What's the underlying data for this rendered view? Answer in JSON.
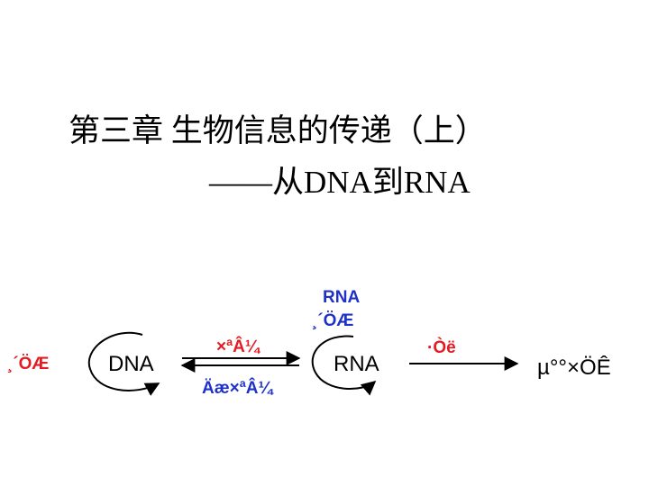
{
  "title": "第三章 生物信息的传递（上）",
  "subtitle": "——从DNA到RNA",
  "diagram": {
    "replication_label": "¸´ÖÆ",
    "dna_label": "DNA",
    "transcription_label": "×ªÂ¼",
    "reverse_transcription_label": "Äæ×ªÂ¼",
    "rna_replication_line1": "RNA",
    "rna_replication_line2": "¸´ÖÆ",
    "rna_label": "RNA",
    "translation_label": "·­Òë",
    "protein_label": "µ°°×ÖÊ",
    "colors": {
      "red": "#e31b23",
      "blue": "#1f32c8",
      "black": "#000000"
    }
  }
}
